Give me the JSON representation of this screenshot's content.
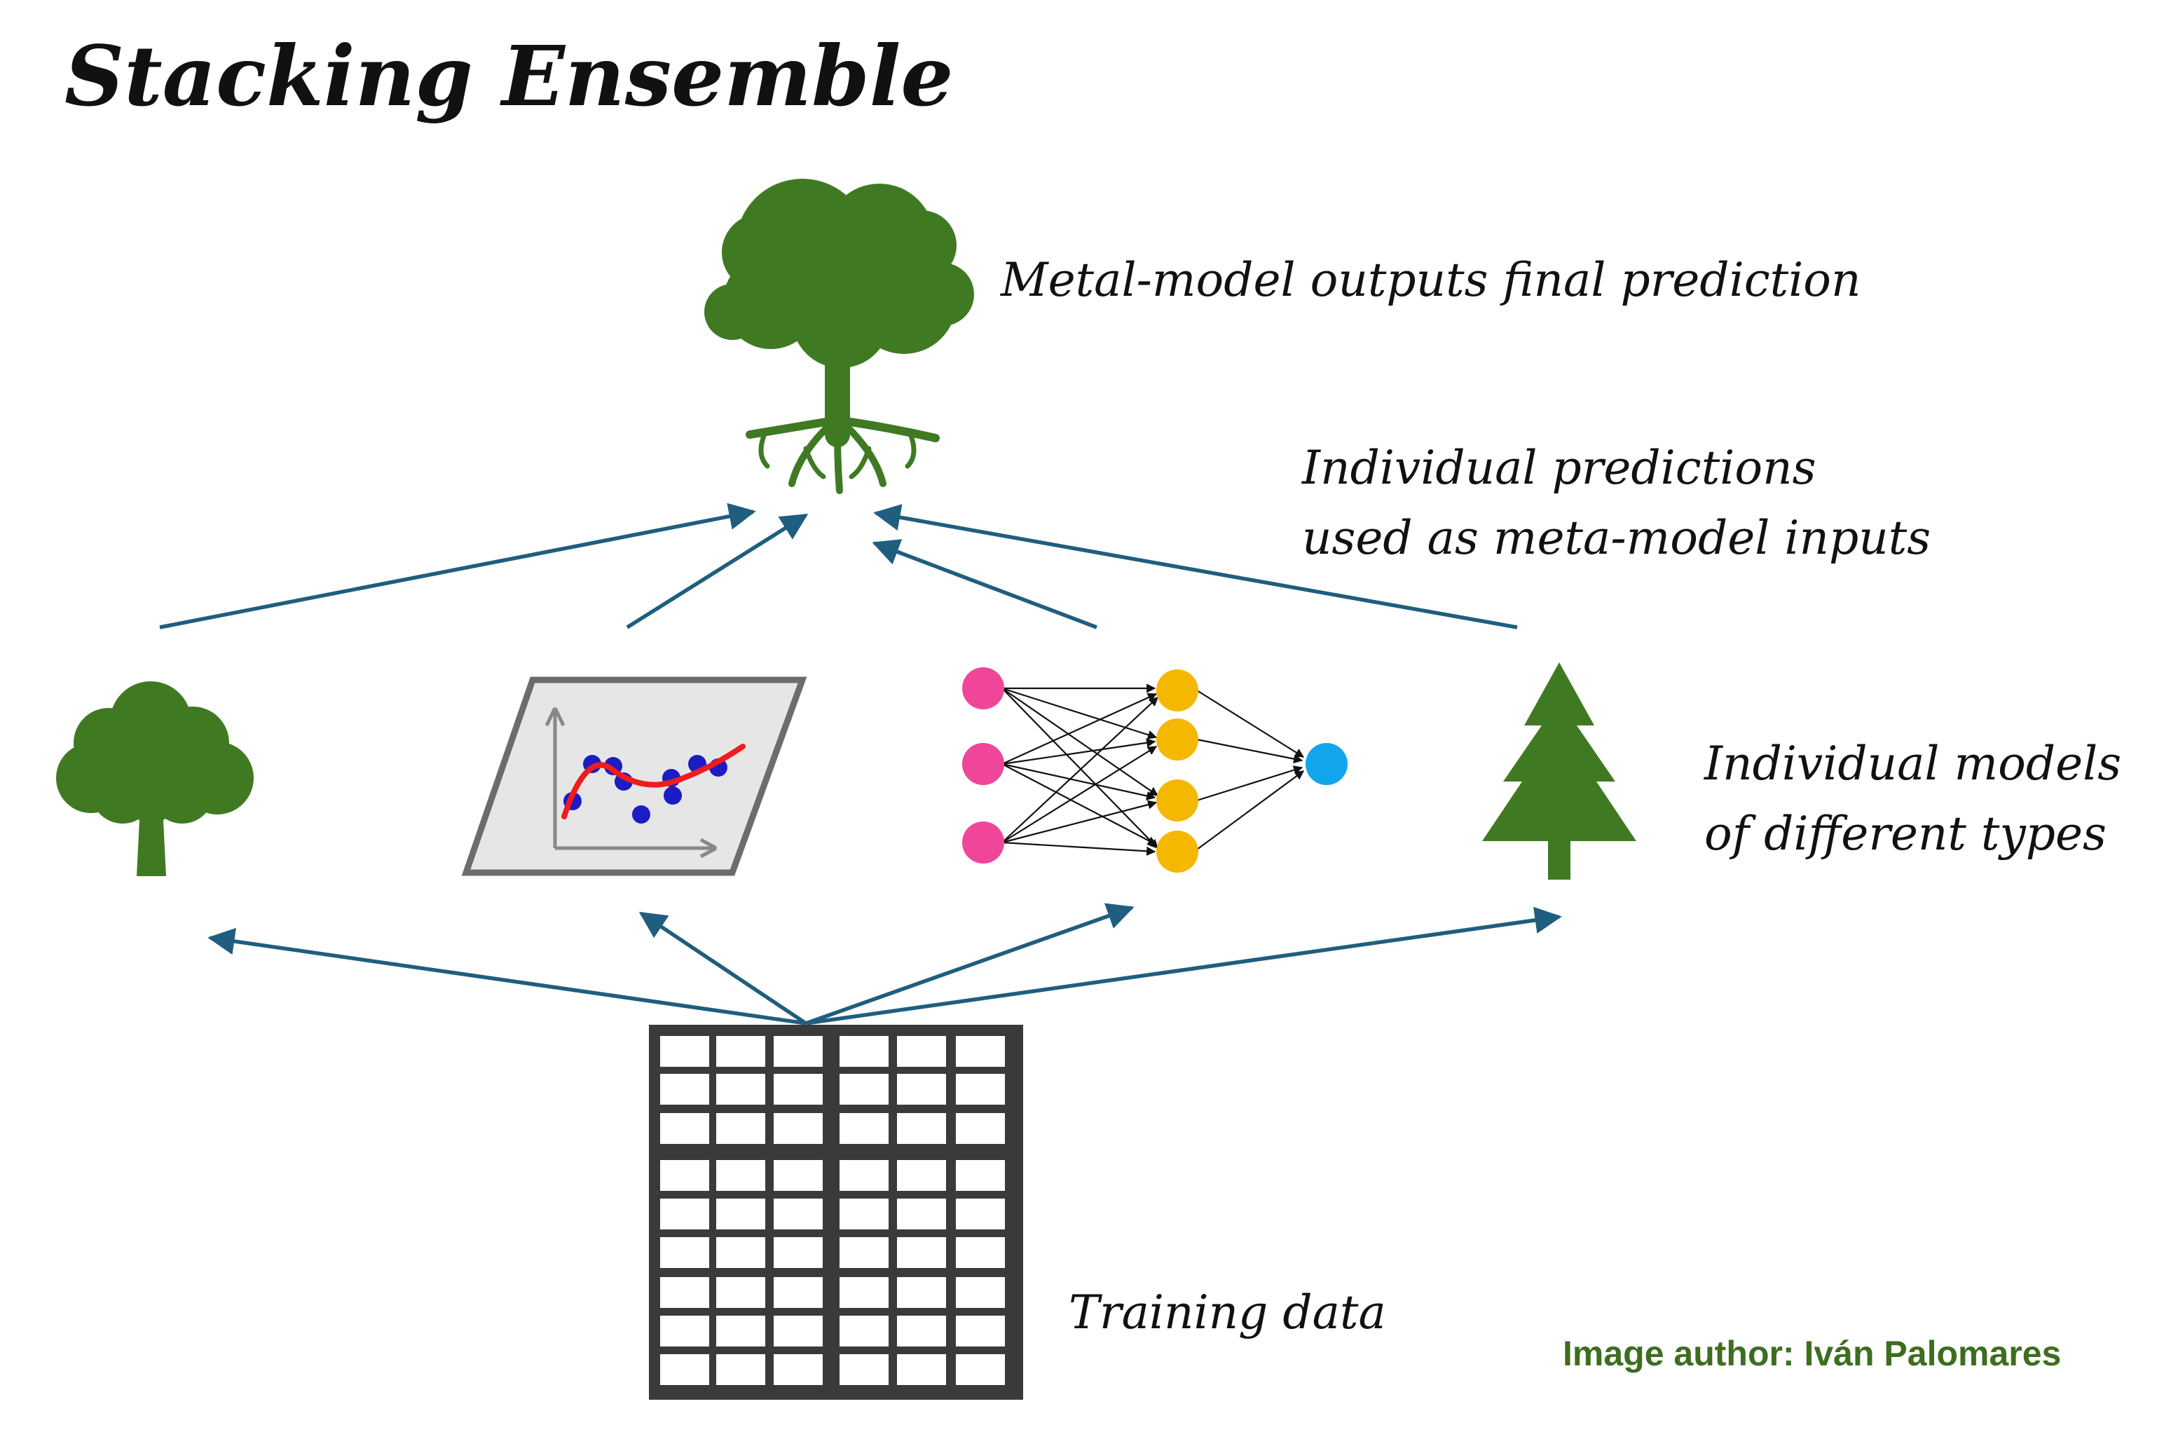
{
  "title": "Stacking Ensemble",
  "labels": {
    "meta_model": "Metal-model outputs final prediction",
    "predictions_line1": "Individual predictions",
    "predictions_line2": "used as meta-model inputs",
    "models_line1": "Individual models",
    "models_line2": "of different types",
    "training_data": "Training data"
  },
  "credit": "Image author: Iván Palomares",
  "colors": {
    "arrow": "#1f5e7e",
    "tree_green": "#3f7a23",
    "nn_input": "#f0469a",
    "nn_hidden": "#f5b800",
    "nn_output": "#12a5ec",
    "table": "#3a3a3a",
    "credit_green": "#3c6e1f"
  },
  "icons": {
    "meta_model": "rooted-tree-icon",
    "model_1": "tree-icon",
    "model_2": "regression-plot-icon",
    "model_3": "neural-network-icon",
    "model_4": "pine-tree-icon",
    "training_data": "data-table-icon"
  }
}
